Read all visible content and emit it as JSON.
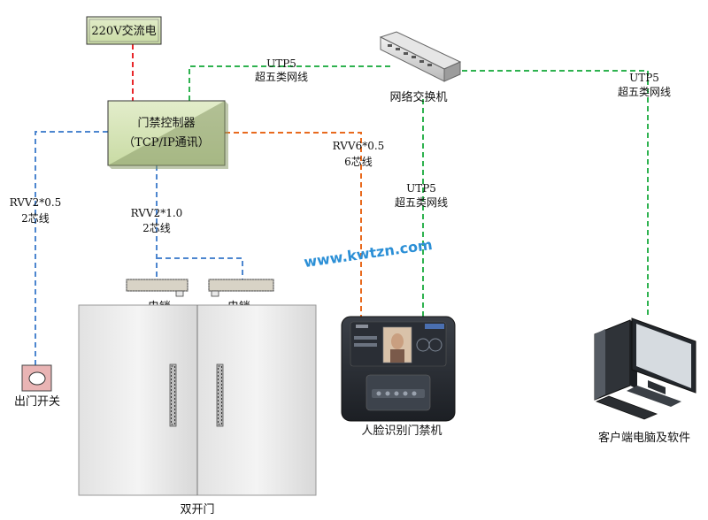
{
  "power": {
    "label": "220V交流电"
  },
  "controller": {
    "title": "门禁控制器",
    "subtitle": "（TCP/IP通讯）"
  },
  "switch": {
    "label": "网络交换机"
  },
  "cables": {
    "utp_left_1": "UTP5",
    "utp_left_2": "超五类网线",
    "utp_right_1": "UTP5",
    "utp_right_2": "超五类网线",
    "utp_mid_1": "UTP5",
    "utp_mid_2": "超五类网线",
    "rvv6_1": "RVV6*0.5",
    "rvv6_2": "6芯线",
    "rvv2a_1": "RVV2*0.5",
    "rvv2a_2": "2芯线",
    "rvv2b_1": "RVV2*1.0",
    "rvv2b_2": "2芯线"
  },
  "locks": {
    "left": "电锁",
    "right": "电锁"
  },
  "door": {
    "label": "双开门"
  },
  "exit_button": {
    "label": "出门开关"
  },
  "face_terminal": {
    "label": "人脸识别门禁机"
  },
  "client_pc": {
    "label": "客户端电脑及软件"
  },
  "watermark": "www.kwtzn.com",
  "colors": {
    "red_line": "#e8262a",
    "green_line": "#2eb24f",
    "orange_line": "#e86a1e",
    "blue_line": "#4d86cf",
    "box_fill": "#d7e5b8"
  }
}
